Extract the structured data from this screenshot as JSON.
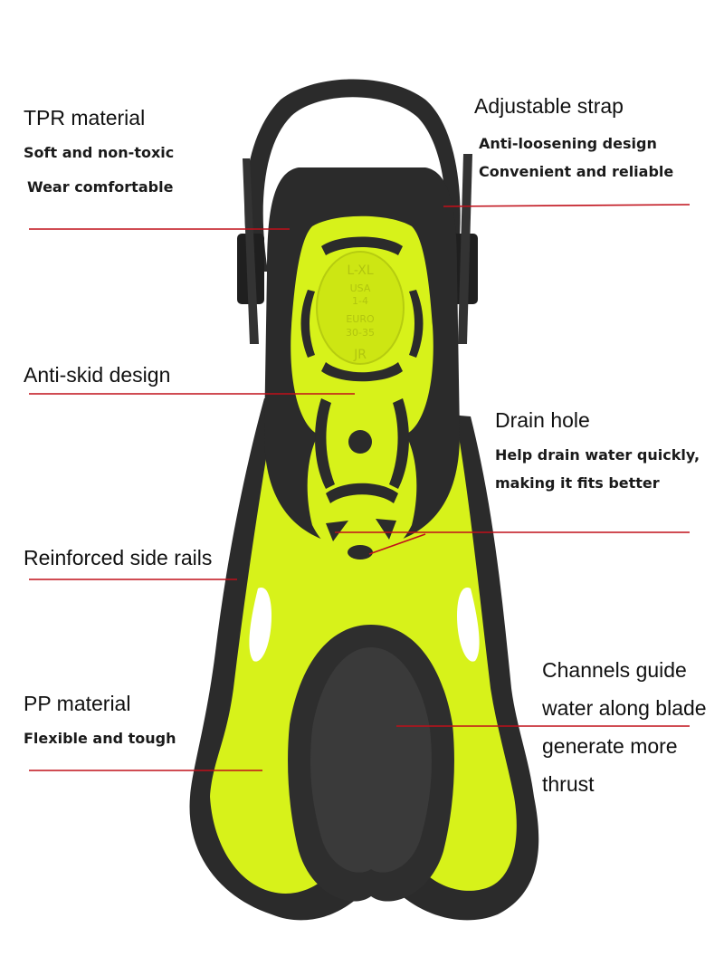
{
  "colors": {
    "fin_yellow": "#d7f21a",
    "fin_black": "#2b2b2b",
    "pointer_line": "#c0101a"
  },
  "image": {
    "subject": "diving-fin",
    "size_marking": [
      "L-XL",
      "USA",
      "1-4",
      "EURO",
      "30-35",
      "JR"
    ]
  },
  "callouts": {
    "tpr": {
      "title": "TPR material",
      "line1": "Soft and non-toxic",
      "line2": "Wear comfortable"
    },
    "strap": {
      "title": "Adjustable strap",
      "line1": "Anti-loosening design",
      "line2": "Convenient and reliable"
    },
    "antiskid": {
      "title": "Anti-skid design"
    },
    "drain": {
      "title": "Drain hole",
      "line1": "Help drain water quickly,",
      "line2": "making it fits better"
    },
    "rails": {
      "title": "Reinforced side rails"
    },
    "pp": {
      "title": "PP material",
      "line1": "Flexible and tough"
    },
    "channels": {
      "line1": "Channels guide",
      "line2": "water along blade",
      "line3": "generate more",
      "line4": "thrust"
    }
  }
}
